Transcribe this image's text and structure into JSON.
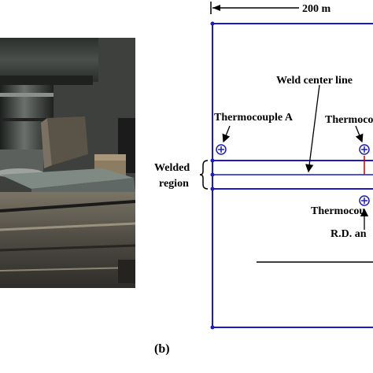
{
  "panel_b": {
    "dimension_label": "200 m",
    "weld_center_line": "Weld center line",
    "thermocouple_a": "Thermocouple A",
    "thermocouple_b": "Thermoco",
    "thermocouple_c": "Thermocou",
    "welded_region_line1": "Welded",
    "welded_region_line2": "region",
    "rd_label": "R.D. an",
    "caption": "(b)"
  },
  "colors": {
    "frame": "#1a1acc",
    "marker": "#1a1acc",
    "annotation": "#000000",
    "red_tick": "#cc0000"
  }
}
